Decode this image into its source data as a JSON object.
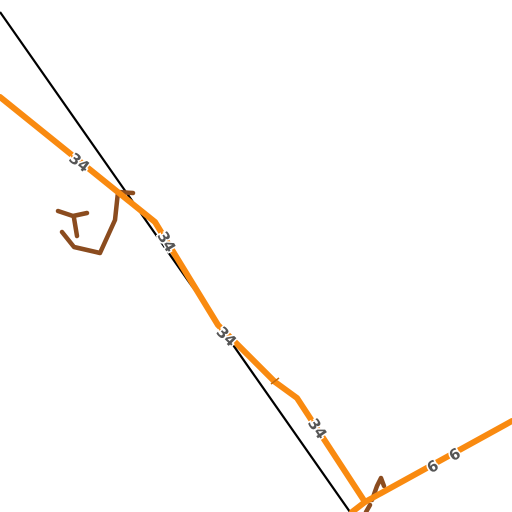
{
  "map": {
    "colors": {
      "background": "#ffffff",
      "highway": "#f98a10",
      "railway": "#000000",
      "track": "#8b4c1f",
      "label_text": "#555555"
    },
    "roads": [
      {
        "kind": "highway",
        "ref": "34",
        "label_count": 4
      },
      {
        "kind": "highway",
        "ref": "6",
        "label_count": 2
      }
    ],
    "labels": {
      "route_34_a": "34",
      "route_34_b": "34",
      "route_34_c": "34",
      "route_34_d": "34",
      "route_6_a": "6",
      "route_6_b": "6"
    }
  }
}
